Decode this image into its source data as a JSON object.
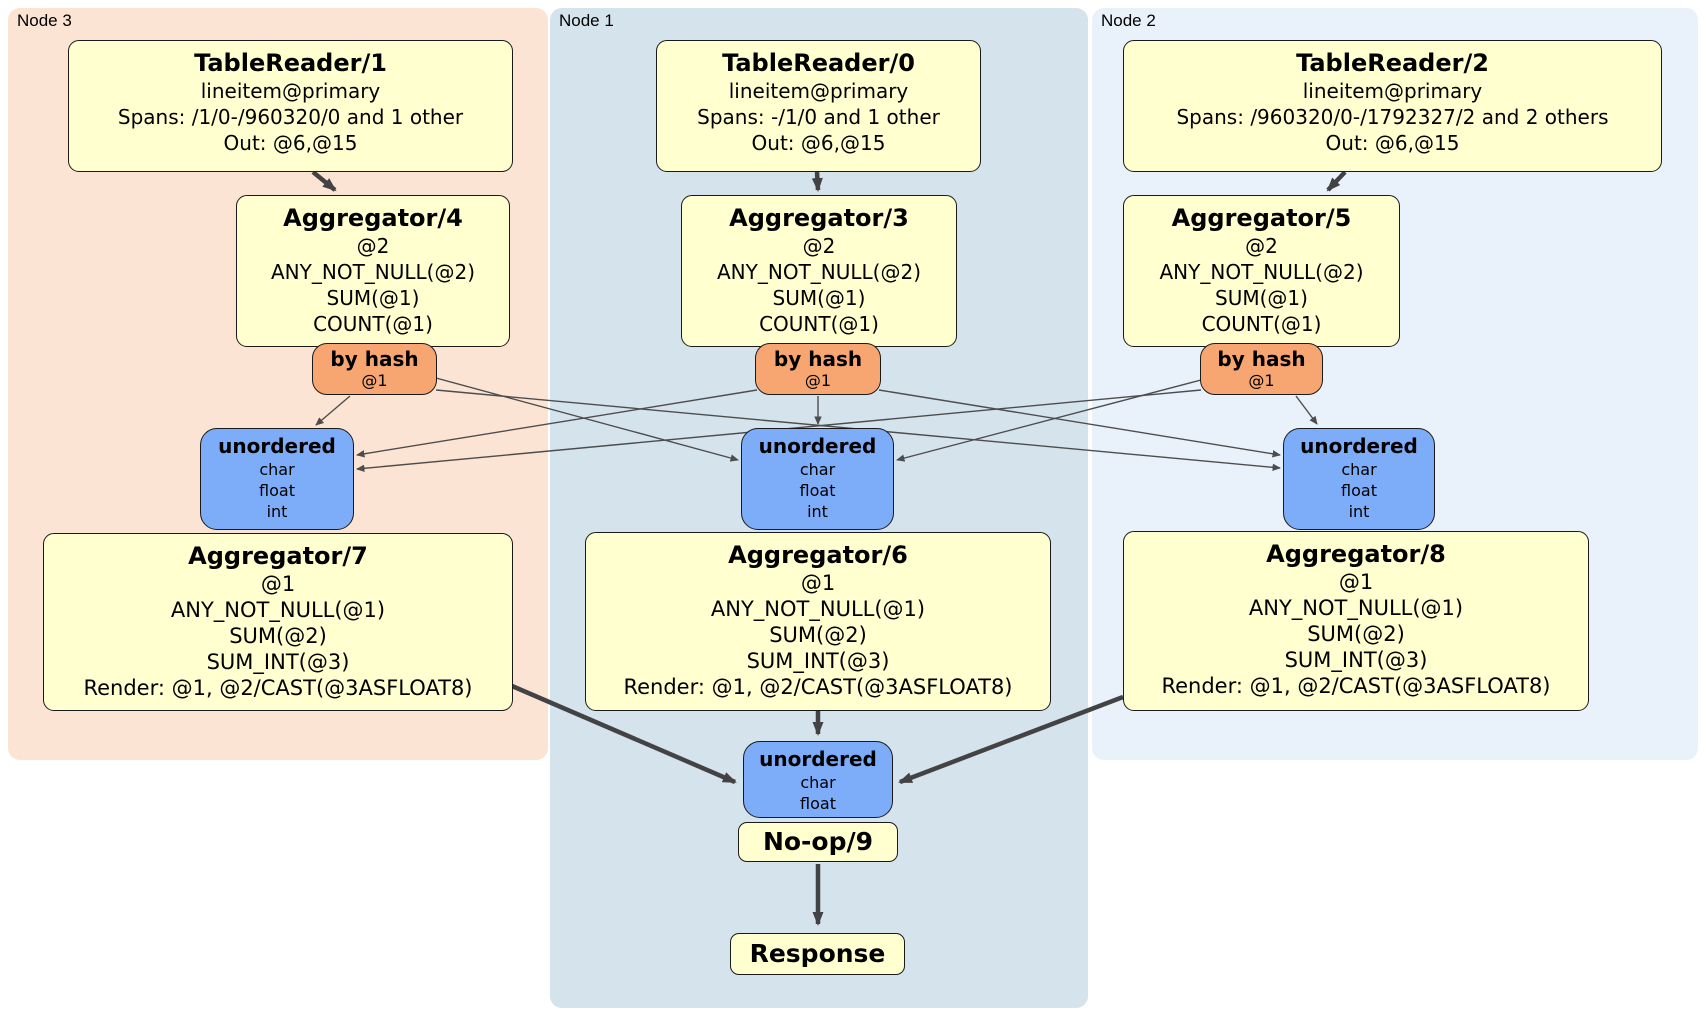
{
  "colors": {
    "node3_bg": "#fce4d4",
    "node1_bg": "#d5e3ed",
    "node2_bg": "#e9f1fa",
    "box_fill": "#ffffcf",
    "router_fill": "#f7a671",
    "sync_fill": "#7dacf8",
    "box_border": "#1a1a1a",
    "edge_thin": "#4d4d4d",
    "edge_thick": "#434343"
  },
  "node3": {
    "label": "Node 3",
    "table_reader": {
      "title": "TableReader/1",
      "line1": "lineitem@primary",
      "line2": "Spans: /1/0-/960320/0 and 1 other",
      "line3": "Out: @6,@15"
    },
    "agg_top": {
      "title": "Aggregator/4",
      "line1": "@2",
      "line2": "ANY_NOT_NULL(@2)",
      "line3": "SUM(@1)",
      "line4": "COUNT(@1)"
    },
    "router": {
      "title": "by hash",
      "arg": "@1"
    },
    "sync": {
      "title": "unordered",
      "line1": "char",
      "line2": "float",
      "line3": "int"
    },
    "agg_bottom": {
      "title": "Aggregator/7",
      "line1": "@1",
      "line2": "ANY_NOT_NULL(@1)",
      "line3": "SUM(@2)",
      "line4": "SUM_INT(@3)",
      "line5": "Render: @1, @2/CAST(@3ASFLOAT8)"
    }
  },
  "node1": {
    "label": "Node 1",
    "table_reader": {
      "title": "TableReader/0",
      "line1": "lineitem@primary",
      "line2": "Spans: -/1/0 and 1 other",
      "line3": "Out: @6,@15"
    },
    "agg_top": {
      "title": "Aggregator/3",
      "line1": "@2",
      "line2": "ANY_NOT_NULL(@2)",
      "line3": "SUM(@1)",
      "line4": "COUNT(@1)"
    },
    "router": {
      "title": "by hash",
      "arg": "@1"
    },
    "sync": {
      "title": "unordered",
      "line1": "char",
      "line2": "float",
      "line3": "int"
    },
    "agg_bottom": {
      "title": "Aggregator/6",
      "line1": "@1",
      "line2": "ANY_NOT_NULL(@1)",
      "line3": "SUM(@2)",
      "line4": "SUM_INT(@3)",
      "line5": "Render: @1, @2/CAST(@3ASFLOAT8)"
    }
  },
  "node2": {
    "label": "Node 2",
    "table_reader": {
      "title": "TableReader/2",
      "line1": "lineitem@primary",
      "line2": "Spans: /960320/0-/1792327/2 and 2 others",
      "line3": "Out: @6,@15"
    },
    "agg_top": {
      "title": "Aggregator/5",
      "line1": "@2",
      "line2": "ANY_NOT_NULL(@2)",
      "line3": "SUM(@1)",
      "line4": "COUNT(@1)"
    },
    "router": {
      "title": "by hash",
      "arg": "@1"
    },
    "sync": {
      "title": "unordered",
      "line1": "char",
      "line2": "float",
      "line3": "int"
    },
    "agg_bottom": {
      "title": "Aggregator/8",
      "line1": "@1",
      "line2": "ANY_NOT_NULL(@1)",
      "line3": "SUM(@2)",
      "line4": "SUM_INT(@3)",
      "line5": "Render: @1, @2/CAST(@3ASFLOAT8)"
    }
  },
  "final": {
    "sync": {
      "title": "unordered",
      "line1": "char",
      "line2": "float"
    },
    "noop": {
      "title": "No-op/9"
    },
    "response": {
      "title": "Response"
    }
  }
}
